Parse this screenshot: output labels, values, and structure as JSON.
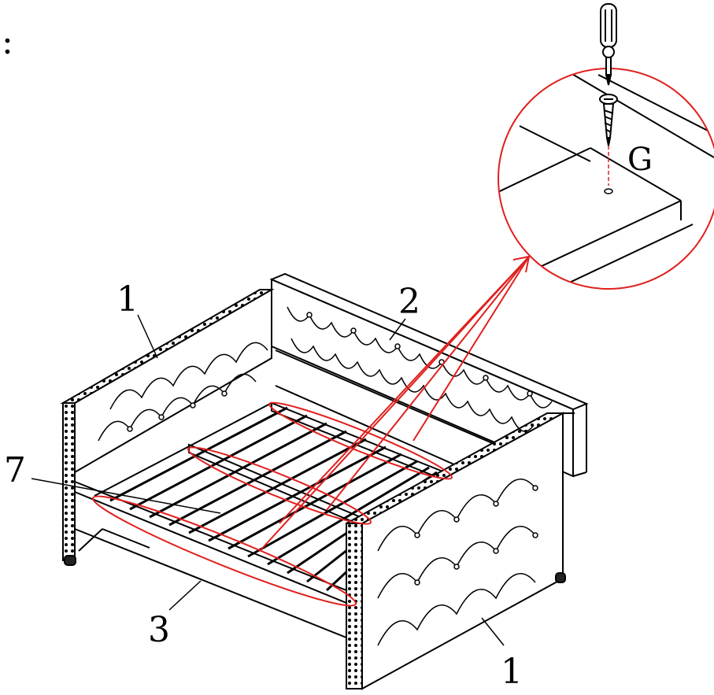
{
  "labels": {
    "side_panel_left": "1",
    "back_panel": "2",
    "front_rail": "3",
    "side_panel_right": "1",
    "slats": "7",
    "screw": "G",
    "corner_mark": ":"
  },
  "colors": {
    "line": "#000000",
    "highlight": "#e0201e",
    "background": "#ffffff"
  },
  "icons": {
    "tool": "screwdriver-icon",
    "fastener": "screw-icon"
  }
}
